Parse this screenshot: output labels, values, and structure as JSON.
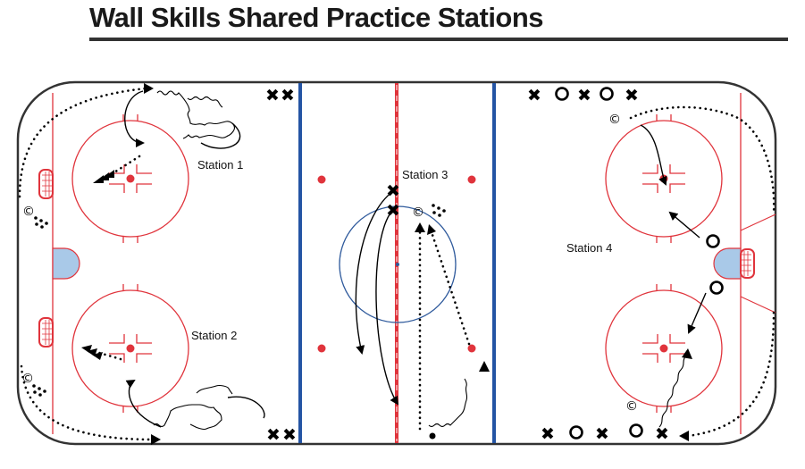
{
  "diagram": {
    "title": "Wall Skills Shared Practice Stations",
    "stations": [
      {
        "id": "station-1",
        "label": "Station 1"
      },
      {
        "id": "station-2",
        "label": "Station 2"
      },
      {
        "id": "station-3",
        "label": "Station 3"
      },
      {
        "id": "station-4",
        "label": "Station 4"
      }
    ],
    "symbols": {
      "player_x": "✖",
      "player_o": "○",
      "coach": "©"
    },
    "colors": {
      "boards": "#333333",
      "red_lines": "#e0343c",
      "blue_lines": "#2454a4",
      "crease": "#a9c9e8",
      "center_circle": "#2f5a9c",
      "paths": "#000000"
    }
  }
}
